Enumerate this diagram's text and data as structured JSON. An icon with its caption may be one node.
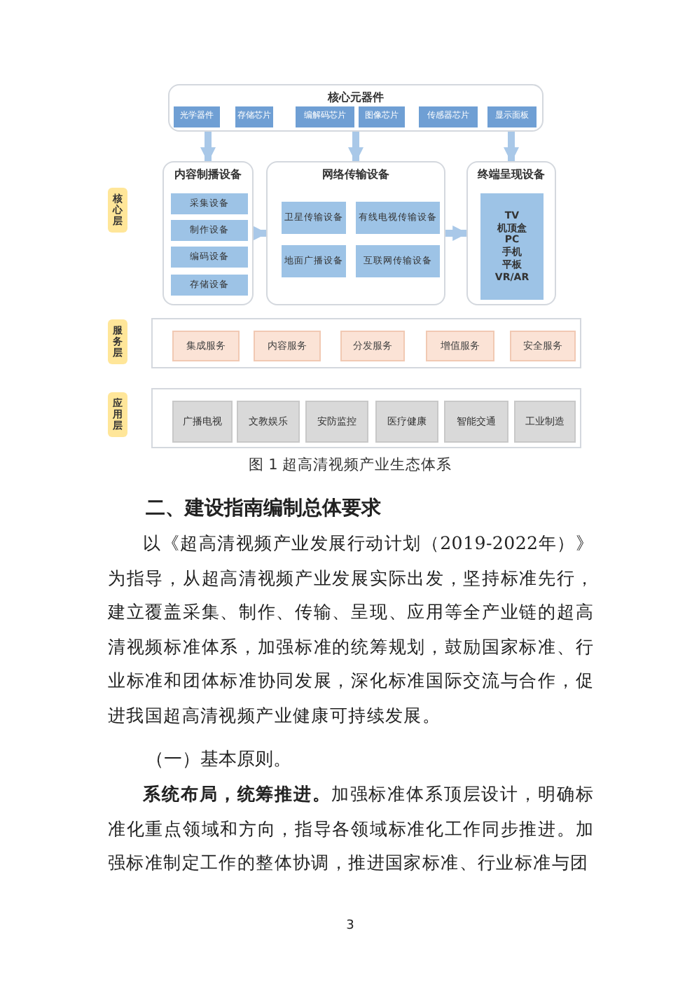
{
  "diagram": {
    "caption": "图 1 超高清视频产业生态体系",
    "nodes": [
      {
        "text": [
          "核心元器件"
        ]
      },
      {
        "text": [
          "光学器件"
        ],
        "in": 0
      },
      {
        "text": [
          "存储芯片"
        ],
        "in": 0
      },
      {
        "text": [
          "编解码芯片"
        ],
        "in": 0
      },
      {
        "text": [
          "图像芯片"
        ],
        "in": 0
      },
      {
        "text": [
          "传感器芯片"
        ],
        "in": 0
      },
      {
        "text": [
          "显示面板"
        ],
        "in": 0
      },
      {
        "text": [
          "内容制播设备"
        ]
      },
      {
        "text": [
          "采集设备"
        ],
        "in": 7
      },
      {
        "text": [
          "制作设备"
        ],
        "in": 7
      },
      {
        "text": [
          "编码设备"
        ],
        "in": 7
      },
      {
        "text": [
          "存储设备"
        ],
        "in": 7
      },
      {
        "text": [
          "网络传输设备"
        ]
      },
      {
        "text": [
          "卫星传输设备"
        ],
        "in": 12
      },
      {
        "text": [
          "有线电视传输设备"
        ],
        "in": 12
      },
      {
        "text": [
          "地面广播设备"
        ],
        "in": 12
      },
      {
        "text": [
          "互联网传输设备"
        ],
        "in": 12
      },
      {
        "text": [
          "终端呈现设备"
        ]
      },
      {
        "text": [
          "TV",
          "机顶盒",
          "PC",
          "手机",
          "平板",
          "VR/AR"
        ],
        "in": 17
      },
      {
        "text": [
          "核心层"
        ]
      },
      {
        "text": [
          "服务层"
        ]
      },
      {
        "text": [],
        "shape": "box"
      },
      {
        "text": [
          "集成服务"
        ],
        "in": 21
      },
      {
        "text": [
          "内容服务"
        ],
        "in": 21
      },
      {
        "text": [
          "分发服务"
        ],
        "in": 21
      },
      {
        "text": [
          "增值服务"
        ],
        "in": 21
      },
      {
        "text": [
          "安全服务"
        ],
        "in": 21
      },
      {
        "text": [
          "应用层"
        ]
      },
      {
        "text": [],
        "shape": "box"
      },
      {
        "text": [
          "广播电视"
        ],
        "in": 28
      },
      {
        "text": [
          "文教娱乐"
        ],
        "in": 28
      },
      {
        "text": [
          "安防监控"
        ],
        "in": 28
      },
      {
        "text": [
          "医疗健康"
        ],
        "in": 28
      },
      {
        "text": [
          "智能交通"
        ],
        "in": 28
      },
      {
        "text": [
          "工业制造"
        ],
        "in": 28
      }
    ],
    "edges": [
      {
        "from": 0,
        "to": 7,
        "arrow": "to"
      },
      {
        "from": 0,
        "to": 12,
        "arrow": "to"
      },
      {
        "from": 0,
        "to": 17,
        "arrow": "to"
      },
      {
        "from": 7,
        "to": 12,
        "arrow": "to"
      },
      {
        "from": 12,
        "to": 17,
        "arrow": "to"
      }
    ],
    "labels": [
      "二、建设指南编制总体要求",
      "以《超高清视频产业发展行动计划（2019-2022年）》为指导，从超高清视频产业发展实际出发，坚持标准先行，建立覆盖采集、制作、传输、呈现、应用等全产业链的超高清视频标准体系，加强标准的统筹规划，鼓励国家标准、行业标准和团体标准协同发展，深化标准国际交流与合作，促进我国超高清视频产业健康可持续发展。",
      "（一）基本原则。",
      "**系统布局，统筹推进。**加强标准体系顶层设计，明确标准化重点领域和方向，指导各领域标准化工作同步推进。加强标准制定工作的整体协调，推进国家标准、行业标准与团",
      "3"
    ]
  }
}
